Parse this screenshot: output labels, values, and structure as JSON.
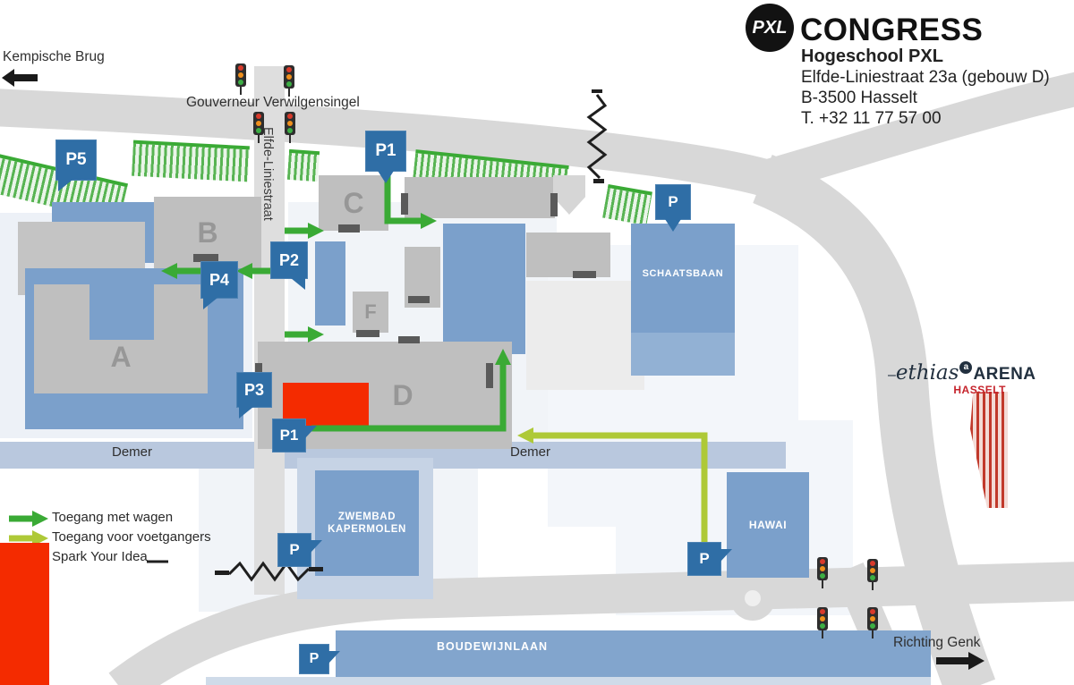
{
  "header": {
    "logo": "PXL",
    "brand": "CONGRESS",
    "org_name": "Hogeschool PXL",
    "address": "Elfde-Liniestraat 23a (gebouw D)",
    "city": "B-3500 Hasselt",
    "phone": "T. +32 11 77 57 00"
  },
  "directions": {
    "top_left": "Kempische Brug",
    "bottom_right": "Richting Genk"
  },
  "streets": {
    "singel": "Gouverneur Verwilgensingel",
    "liniestraat": "Elfde-Liniestraat",
    "boudewijnlaan": "BOUDEWIJNLAAN",
    "river_left": "Demer",
    "river_right": "Demer"
  },
  "buildings": {
    "a": "A",
    "b": "B",
    "c": "C",
    "d": "D",
    "f": "F",
    "schaatsbaan": "SCHAATSBAAN",
    "zwembad_line1": "ZWEMBAD",
    "zwembad_line2": "KAPERMOLEN",
    "hawai": "HAWAI"
  },
  "parking_markers": [
    {
      "label": "P5"
    },
    {
      "label": "P1"
    },
    {
      "label": "P2"
    },
    {
      "label": "P4"
    },
    {
      "label": "P3"
    },
    {
      "label": "P1"
    },
    {
      "label": "P"
    },
    {
      "label": "P"
    },
    {
      "label": "P"
    },
    {
      "label": "P"
    }
  ],
  "legend": {
    "items": [
      {
        "label": "Toegang met wagen"
      },
      {
        "label": "Toegang voor voetgangers"
      },
      {
        "label": "Spark Your Idea"
      }
    ]
  },
  "arena": {
    "brand": "ethias",
    "sup": "a",
    "suffix": "ARENA",
    "city": "HASSELT"
  },
  "colors": {
    "car_access_green": "#3aaa35",
    "pedestrian_lime": "#aec937",
    "parking_blue": "#2f6ea6",
    "building_blue": "#7ba0cb",
    "building_gray": "#bfbfbf",
    "road_gray": "#d8d8d8",
    "river_blue": "#b9c8de",
    "highlight_red": "#f42b00",
    "arena_red": "#c5232b"
  }
}
